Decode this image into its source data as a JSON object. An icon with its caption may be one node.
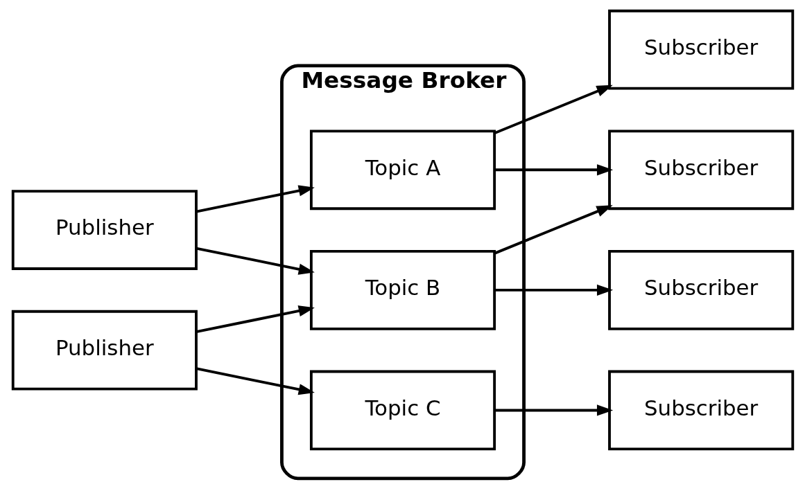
{
  "diagram": {
    "nodes": [
      {
        "text": [
          "Message Broker"
        ]
      },
      {
        "text": [
          "Topic A"
        ],
        "in": 0
      },
      {
        "text": [
          "Topic B"
        ],
        "in": 0
      },
      {
        "text": [
          "Topic C"
        ],
        "in": 0
      },
      {
        "text": [
          "Publisher"
        ]
      },
      {
        "text": [
          "Publisher"
        ]
      },
      {
        "text": [
          "Subscriber"
        ]
      },
      {
        "text": [
          "Subscriber"
        ]
      },
      {
        "text": [
          "Subscriber"
        ]
      },
      {
        "text": [
          "Subscriber"
        ]
      }
    ],
    "edges": [
      {
        "from": 4,
        "to": 1,
        "arrow": "to"
      },
      {
        "from": 4,
        "to": 2,
        "arrow": "to"
      },
      {
        "from": 5,
        "to": 2,
        "arrow": "to"
      },
      {
        "from": 5,
        "to": 3,
        "arrow": "to"
      },
      {
        "from": 1,
        "to": 6,
        "arrow": "to"
      },
      {
        "from": 1,
        "to": 8,
        "arrow": "to"
      },
      {
        "from": 2,
        "to": 6,
        "arrow": "to"
      },
      {
        "from": 2,
        "to": 9,
        "arrow": "to"
      },
      {
        "from": 3,
        "to": 7,
        "arrow": "to"
      }
    ]
  }
}
